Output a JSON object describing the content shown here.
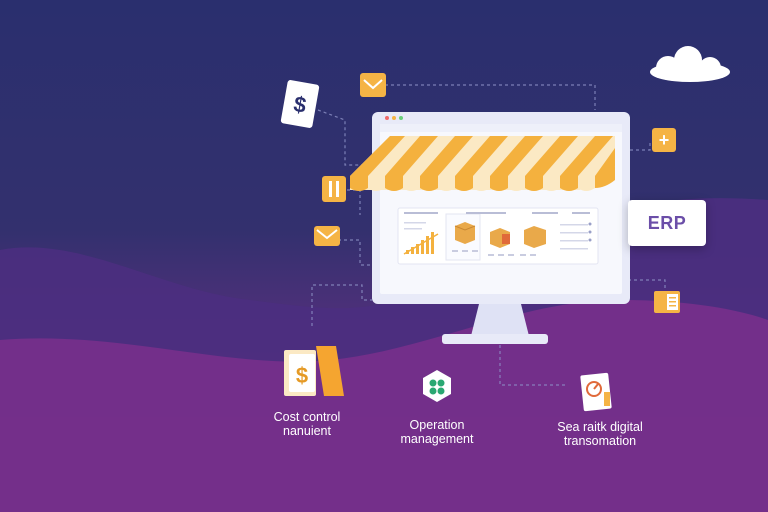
{
  "erp_card": {
    "text": "ERP"
  },
  "features": [
    {
      "line1": "Cost control",
      "line2": "nanuient"
    },
    {
      "line1": "Operation",
      "line2": "management"
    },
    {
      "line1": "Sea raitk digital",
      "line2": "transomation"
    }
  ],
  "icons": {
    "dollar_doc": "$",
    "cost_dollar": "$",
    "plus": "+"
  },
  "colors": {
    "accent_orange": "#f5b445",
    "awning_orange": "#f4b13e",
    "awning_cream": "#fbe9c4",
    "monitor_frame": "#e8eaf8",
    "purple_text": "#6b4ea8"
  }
}
